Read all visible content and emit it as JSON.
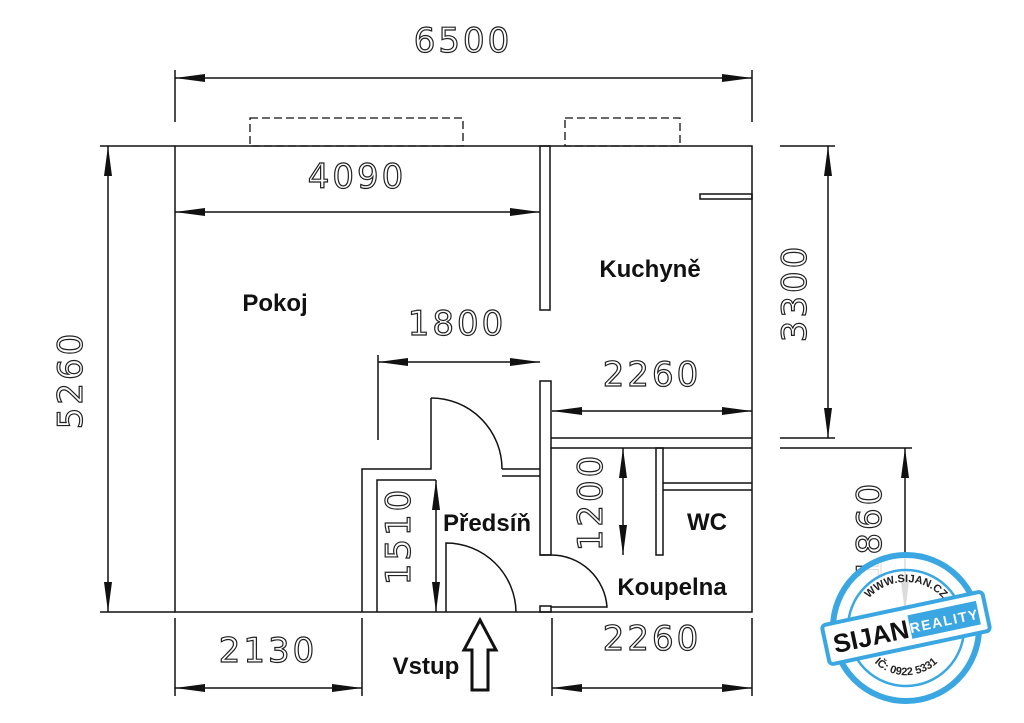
{
  "dimensions": {
    "total_width": "6500",
    "pokoj_width": "4090",
    "total_height": "5260",
    "kitchen_height": "3300",
    "hall_width": "1800",
    "kitchen_width": "2260",
    "wc_height": "1200",
    "hall_depth": "1510",
    "bath_height": "1860",
    "left_bottom_width": "2130",
    "bath_width": "2260"
  },
  "rooms": {
    "pokoj": "Pokoj",
    "kuchyne": "Kuchyně",
    "predsin": "Předsíň",
    "wc": "WC",
    "koupelna": "Koupelna",
    "entrance": "Vstup"
  },
  "stamp": {
    "url": "WWW.SIJAN.CZ",
    "brand": "SIJAN",
    "badge": "REALITY",
    "id": "IČ: 0922 5331",
    "color": "#3aa7e2"
  }
}
